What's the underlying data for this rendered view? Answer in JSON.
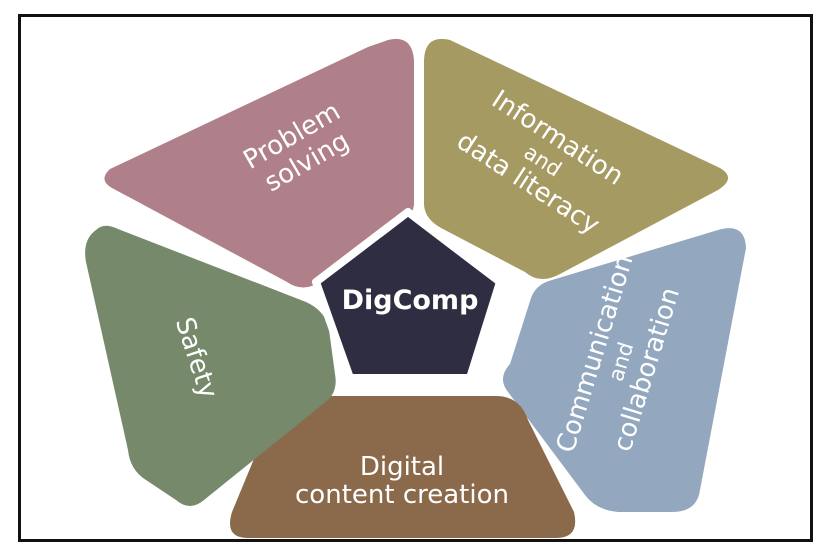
{
  "diagram": {
    "center": {
      "label": "DigComp",
      "color": "#2e2d42"
    },
    "segments": {
      "problem_solving": {
        "lines": [
          "Problem",
          "solving"
        ],
        "color": "#b0808a"
      },
      "information": {
        "lines": [
          "Information",
          "and",
          "data literacy"
        ],
        "color": "#a69a63"
      },
      "communication": {
        "lines": [
          "Communication",
          "and",
          "collaboration"
        ],
        "color": "#93a8bf"
      },
      "content_creation": {
        "lines": [
          "Digital",
          "content creation"
        ],
        "color": "#8a6a4a"
      },
      "safety": {
        "lines": [
          "Safety"
        ],
        "color": "#768a6b"
      }
    }
  }
}
